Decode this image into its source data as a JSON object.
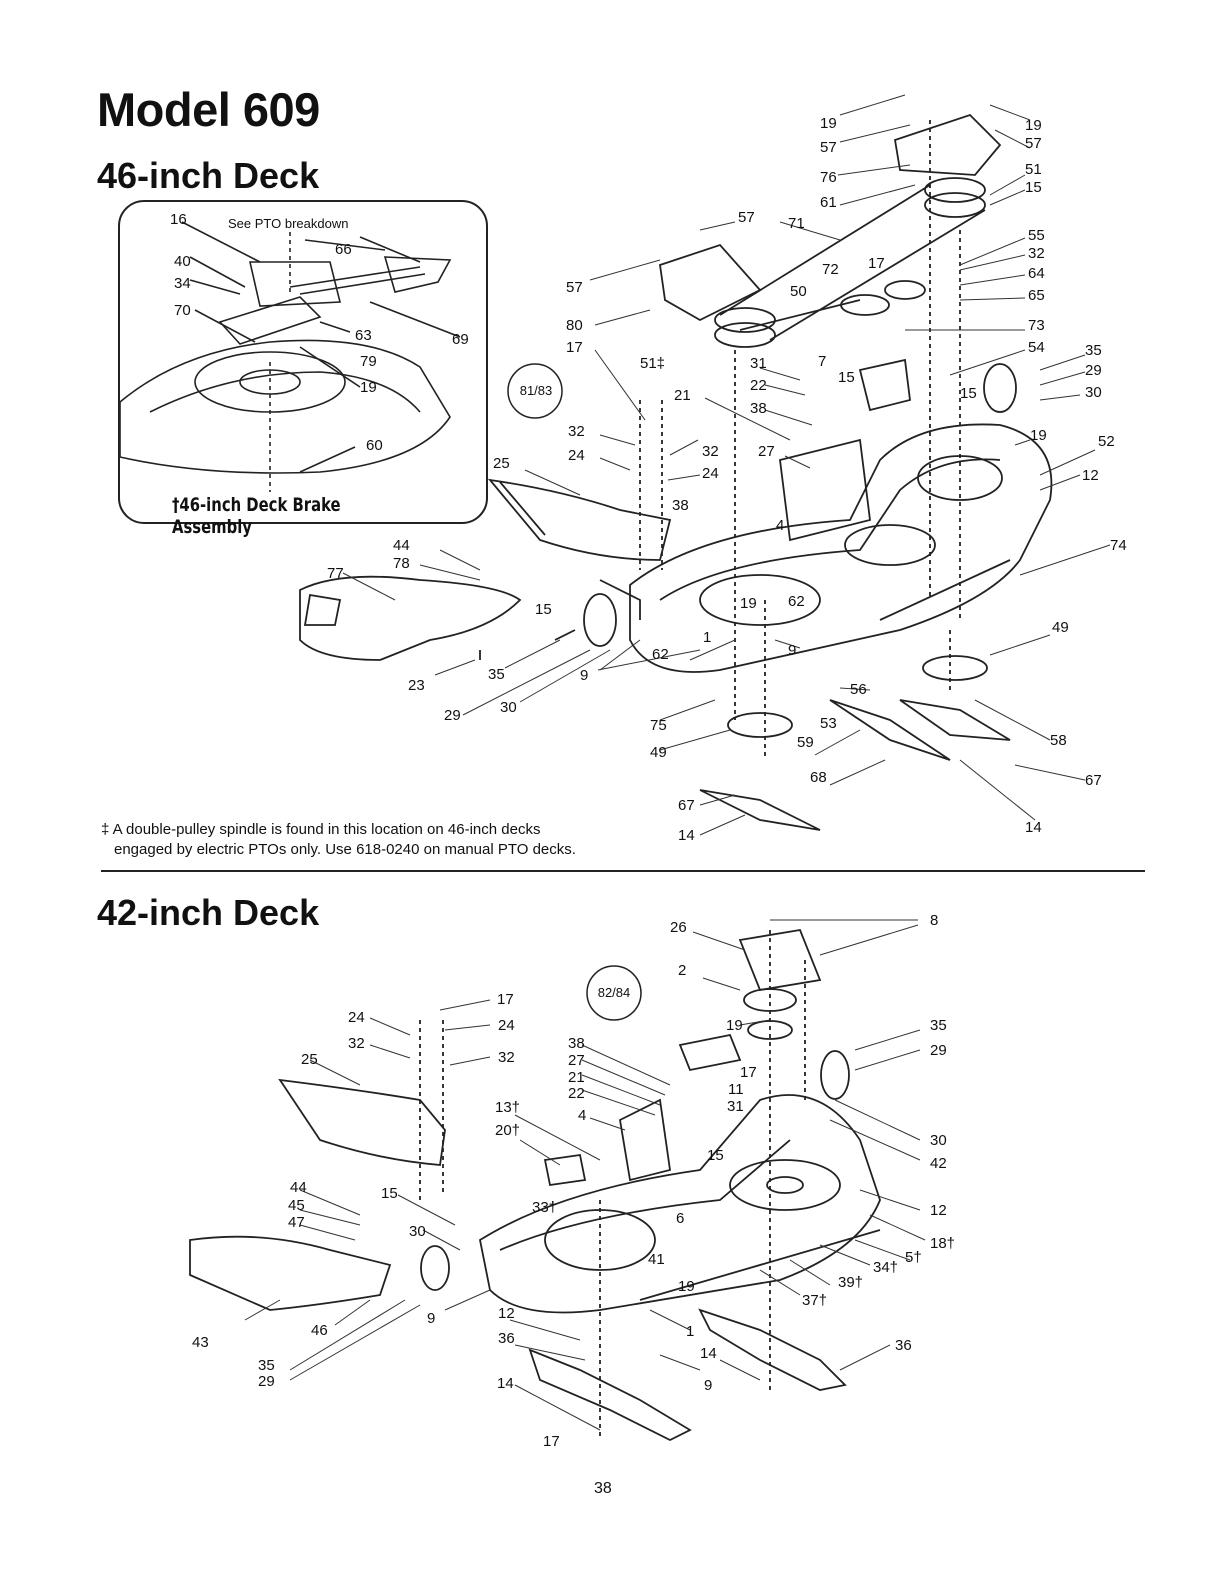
{
  "page": {
    "model_title": "Model 609",
    "deck46_title": "46-inch Deck",
    "deck42_title": "42-inch Deck",
    "page_number": "38"
  },
  "inset": {
    "see_pto": "See PTO breakdown",
    "caption": "†46-inch Deck Brake Assembly"
  },
  "footnote": {
    "line1": "‡ A double-pulley spindle is found in this location on 46-inch decks",
    "line2": "engaged by electric PTOs only. Use 618-0240 on manual PTO decks."
  },
  "ref_badges": {
    "deck46": "81/83",
    "deck42": "82/84"
  }
}
